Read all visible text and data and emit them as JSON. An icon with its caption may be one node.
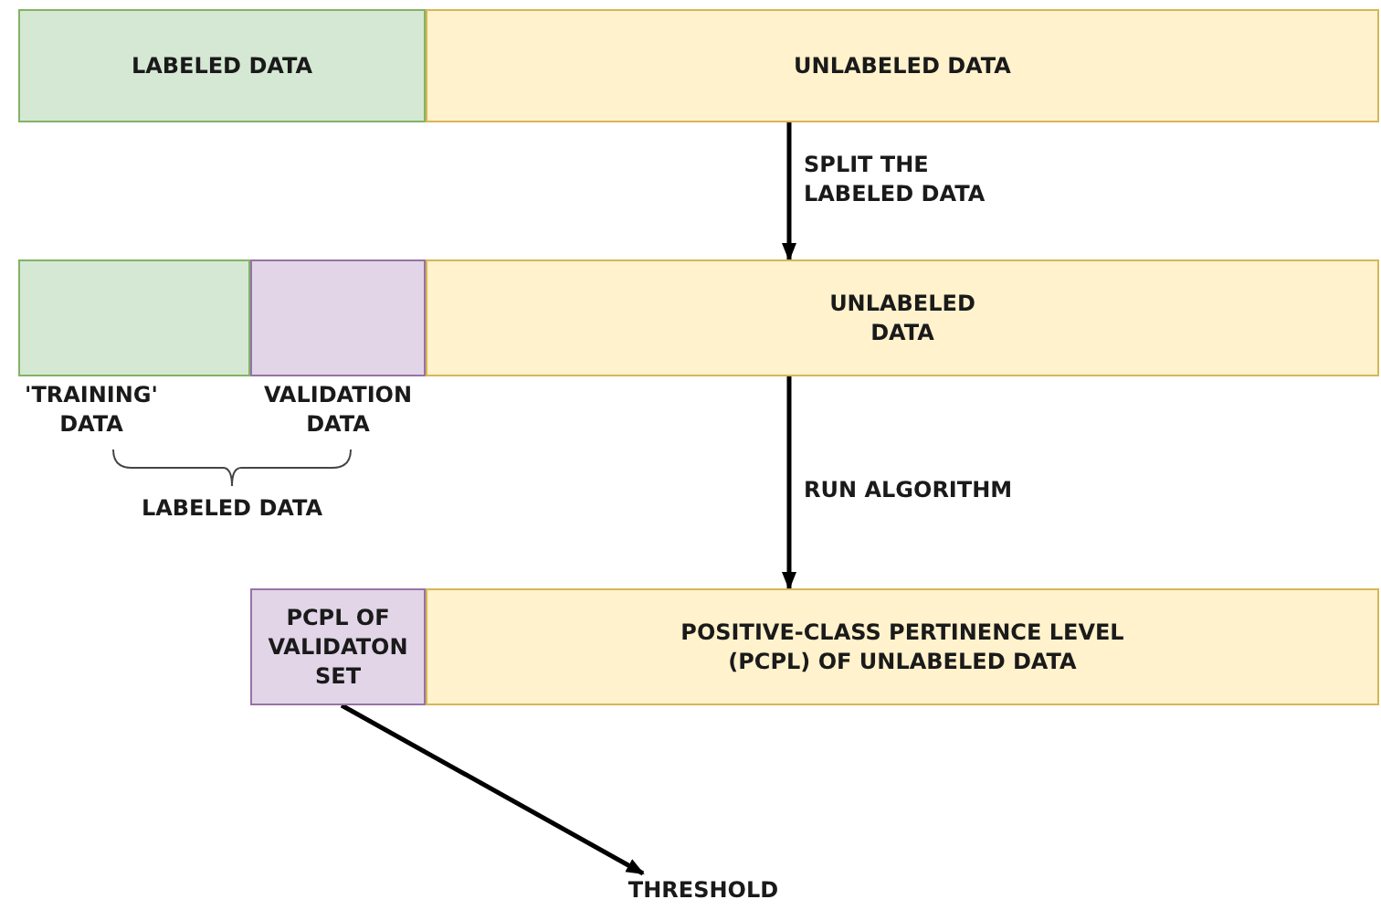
{
  "diagram": {
    "nodes": [
      {
        "text": [
          "LABELED DATA"
        ]
      },
      {
        "text": [
          "UNLABELED DATA"
        ]
      },
      {
        "text": [],
        "shape": "box",
        "beside": [
          "'TRAINING' DATA"
        ]
      },
      {
        "text": [],
        "shape": "box",
        "beside": [
          "VALIDATION DATA"
        ]
      },
      {
        "text": [
          "UNLABELED DATA"
        ]
      },
      {
        "text": [
          "PCPL OF VALIDATON SET"
        ]
      },
      {
        "text": [
          "POSITIVE-CLASS PERTINENCE LEVEL (PCPL) OF UNLABELED DATA"
        ]
      },
      {
        "text": [
          "THRESHOLD"
        ]
      }
    ],
    "edges": [
      {
        "from": 1,
        "to": 4,
        "arrow": "to",
        "label": "SPLIT THE LABELED DATA"
      },
      {
        "from": 4,
        "to": 6,
        "arrow": "to",
        "label": "RUN ALGORITHM"
      },
      {
        "from": 5,
        "to": 7,
        "arrow": "to"
      }
    ],
    "labels": [
      "LABELED DATA"
    ]
  }
}
